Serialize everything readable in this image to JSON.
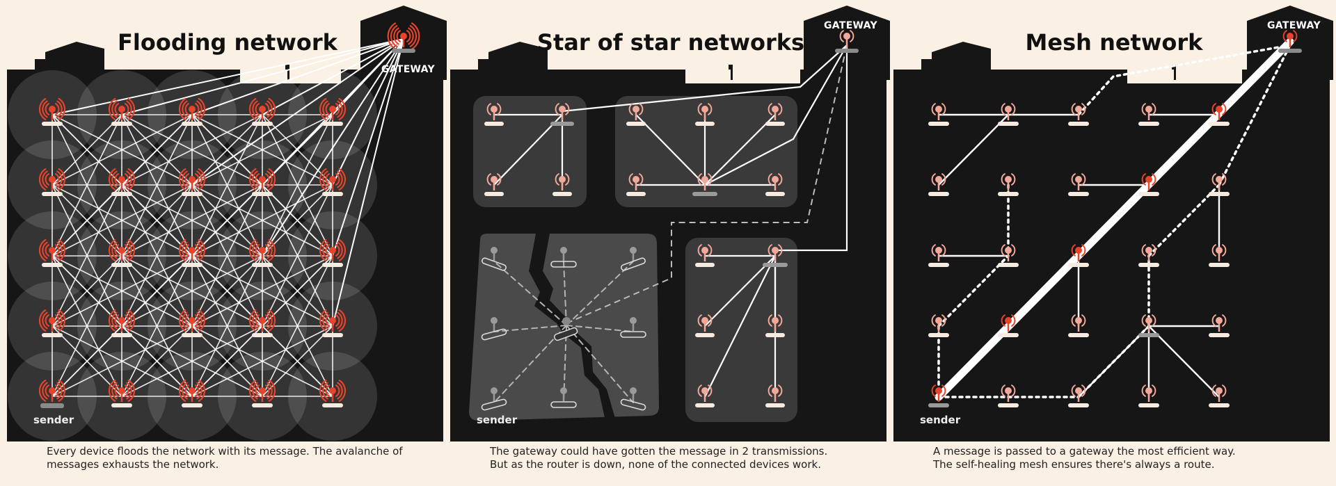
{
  "panels": [
    {
      "id": "flooding",
      "title": "Flooding network",
      "gateway_label": "GATEWAY",
      "sender_label": "sender",
      "caption": [
        "Every device floods the network with its message.  The avalanche of",
        "messages exhausts the network."
      ]
    },
    {
      "id": "star",
      "title": "Star of star networks",
      "gateway_label": "GATEWAY",
      "sender_label": "sender",
      "caption": [
        "The gateway could have gotten the message in 2 transmissions.",
        "But as the router is down, none of the connected devices work."
      ]
    },
    {
      "id": "mesh",
      "title": "Mesh network",
      "gateway_label": "GATEWAY",
      "sender_label": "sender",
      "caption": [
        "A message is passed to a gateway the most efficient way.",
        "The self-healing mesh ensures there's always a route."
      ]
    }
  ],
  "colors": {
    "background": "#faf0e4",
    "building": "#161616",
    "cluster": "#3a3a3a",
    "node_active": "#e8432b",
    "node_light": "#f2a89a",
    "node_dead": "#9a9a9a",
    "link": "#ffffff",
    "pad": "#f5ebe0"
  },
  "icons": [
    "antenna-node-icon",
    "gateway-antenna-icon",
    "broken-router-icon",
    "crack-icon"
  ]
}
